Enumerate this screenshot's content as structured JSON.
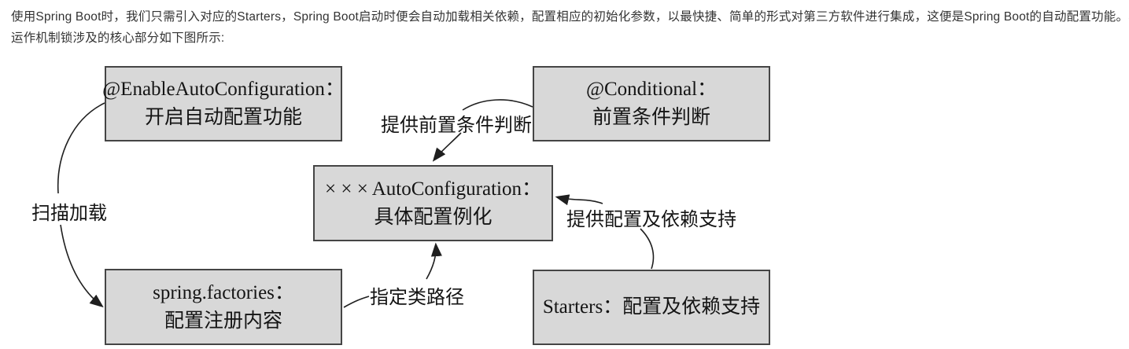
{
  "paragraph": {
    "lines": [
      "使用Spring Boot时，我们只需引入对应的Starters，Spring Boot启动时便会自动加载相关依赖，配置相应的初始化参数，以最快捷、简单的形式对第三方软件进行集成，这便是Spring Boot的自动配置功能。Spring Boot实现该",
      "运作机制锁涉及的核心部分如下图所示:"
    ]
  },
  "diagram": {
    "boxes": [
      {
        "name": "enable-auto-configuration",
        "lines": [
          "@EnableAutoConfiguration：",
          "开启自动配置功能"
        ]
      },
      {
        "name": "conditional",
        "lines": [
          "@Conditional：",
          "前置条件判断"
        ]
      },
      {
        "name": "xxx-auto-configuration",
        "lines": [
          "× × × AutoConfiguration：",
          "具体配置例化"
        ]
      },
      {
        "name": "spring-factories",
        "lines": [
          "spring.factories：",
          "配置注册内容"
        ]
      },
      {
        "name": "starters",
        "lines": [
          "Starters：配置及依赖支持"
        ]
      }
    ],
    "edge_labels": [
      {
        "name": "scan-load",
        "text": "扫描加载"
      },
      {
        "name": "provide-precondition-judgement",
        "text": "提供前置条件判断"
      },
      {
        "name": "specify-classpath",
        "text": "指定类路径"
      },
      {
        "name": "provide-config-and-dependency-support",
        "text": "提供配置及依赖支持"
      }
    ],
    "colors": {
      "box_fill": "#d8d8d8",
      "box_border": "#454545",
      "arrow": "#1f1f1f",
      "diagram_text": "#141414",
      "paragraph_text": "#333333"
    }
  }
}
